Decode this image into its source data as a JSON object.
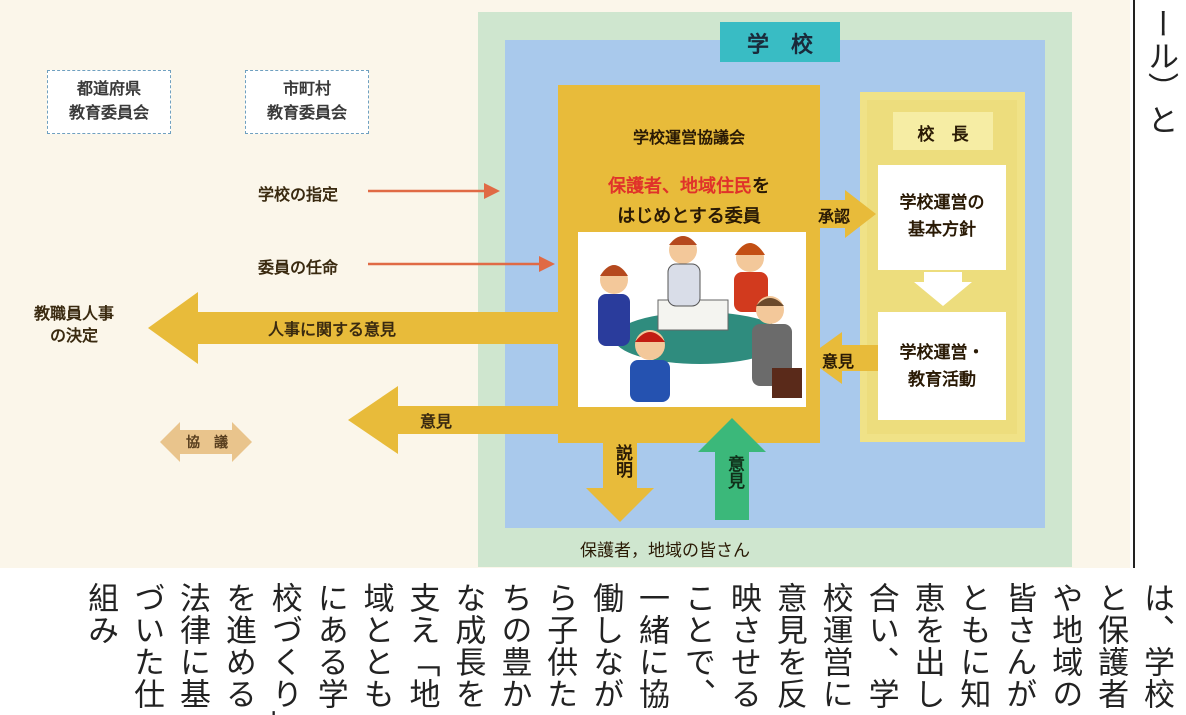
{
  "diagram": {
    "school_label": "学　校",
    "prefecture_board": [
      "都道府県",
      "教育委員会"
    ],
    "municipal_board": [
      "市町村",
      "教育委員会"
    ],
    "designation": "学校の指定",
    "appointment": "委員の任命",
    "staff_decision": [
      "教職員人事",
      "の決定"
    ],
    "personnel_opinion": "人事に関する意見",
    "opinion_left": "意見",
    "consult": "協　議",
    "council_title": "学校運営協議会",
    "council_members_red": "保護者、地域住民",
    "council_members_rest": "を",
    "council_members_line2": "はじめとする委員",
    "principal": "校　長",
    "basic_policy": [
      "学校運営の",
      "基本方針"
    ],
    "approval": "承認",
    "operations": [
      "学校運営・",
      "教育活動"
    ],
    "opinion_right": "意見",
    "explain": "説明",
    "opinion_up": "意見",
    "parents": "保護者，地域の皆さん",
    "colors": {
      "green": "#cfe6cf",
      "blue": "#a9c9ec",
      "gold": "#e8bb3a",
      "yellow_panel": "#f0e287",
      "arrow_red": "#e06a45",
      "teal": "#39bcc4",
      "arrow_green": "#3bb87a"
    }
  },
  "text": {
    "right_column": "学校運営協議会（コミュニティ・スクール）と",
    "body": "は、学校と保護者や地域の皆さんがともに知恵を出し合い、学校運営に意見を反映させることで、一緒に協働しながら子供たちの豊かな成長を支え「地域とともにある学校づくり」を進める法律に基づいた仕組み"
  }
}
